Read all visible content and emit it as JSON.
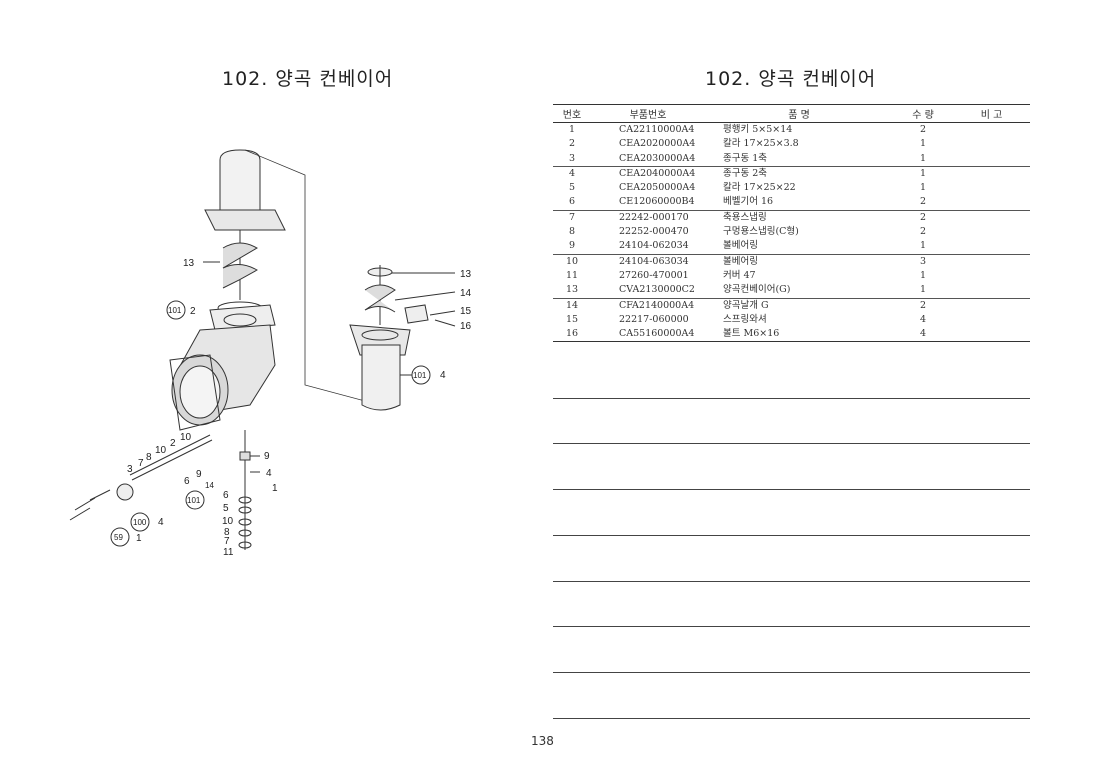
{
  "page": {
    "title_left": "102. 양곡 컨베이어",
    "title_right": "102. 양곡 컨베이어",
    "page_number": "138"
  },
  "table": {
    "headers": [
      "번호",
      "부품번호",
      "품  명",
      "수 량",
      "비 고"
    ],
    "rows": [
      {
        "no": "1",
        "part": "CA22110000A4",
        "name": "평행키 5×5×14",
        "qty": "2",
        "note": ""
      },
      {
        "no": "2",
        "part": "CEA2020000A4",
        "name": "칼라 17×25×3.8",
        "qty": "1",
        "note": ""
      },
      {
        "no": "3",
        "part": "CEA2030000A4",
        "name": "종구동 1축",
        "qty": "1",
        "note": ""
      },
      {
        "no": "4",
        "part": "CEA2040000A4",
        "name": "종구동 2축",
        "qty": "1",
        "note": ""
      },
      {
        "no": "5",
        "part": "CEA2050000A4",
        "name": "칼라 17×25×22",
        "qty": "1",
        "note": ""
      },
      {
        "no": "6",
        "part": "CE12060000B4",
        "name": "베벨기어 16",
        "qty": "2",
        "note": ""
      },
      {
        "no": "7",
        "part": "22242-000170",
        "name": "축용스냅링",
        "qty": "2",
        "note": ""
      },
      {
        "no": "8",
        "part": "22252-000470",
        "name": "구멍용스냅링(C형)",
        "qty": "2",
        "note": ""
      },
      {
        "no": "9",
        "part": "24104-062034",
        "name": "볼베어링",
        "qty": "1",
        "note": ""
      },
      {
        "no": "10",
        "part": "24104-063034",
        "name": "볼베어링",
        "qty": "3",
        "note": ""
      },
      {
        "no": "11",
        "part": "27260-470001",
        "name": "커버 47",
        "qty": "1",
        "note": ""
      },
      {
        "no": "13",
        "part": "CVA2130000C2",
        "name": "양곡컨베이어(G)",
        "qty": "1",
        "note": ""
      },
      {
        "no": "14",
        "part": "CFA2140000A4",
        "name": "양곡날개 G",
        "qty": "2",
        "note": ""
      },
      {
        "no": "15",
        "part": "22217-060000",
        "name": "스프링와셔",
        "qty": "4",
        "note": ""
      },
      {
        "no": "16",
        "part": "CA55160000A4",
        "name": "볼트 M6×16",
        "qty": "4",
        "note": ""
      }
    ]
  },
  "diagram": {
    "callouts": {
      "c13a": "13",
      "c101_2": "101",
      "c2": "2",
      "c13b": "13",
      "c14": "14",
      "c15": "15",
      "c16": "16",
      "c101_4": "101",
      "c4a": "4",
      "c9": "9",
      "c4b": "4",
      "c1a": "1",
      "c14b": "14",
      "c101_b": "101",
      "c6": "6",
      "c5": "5",
      "c10": "10",
      "c8": "8",
      "c7": "7",
      "c11": "11",
      "c3": "3",
      "c7b": "7",
      "c8b": "8",
      "c10b": "10",
      "c2b": "2",
      "c10c": "10",
      "c6b": "6",
      "c9b": "9",
      "c100": "100",
      "c4c": "4",
      "c59": "59",
      "c1b": "1"
    }
  }
}
